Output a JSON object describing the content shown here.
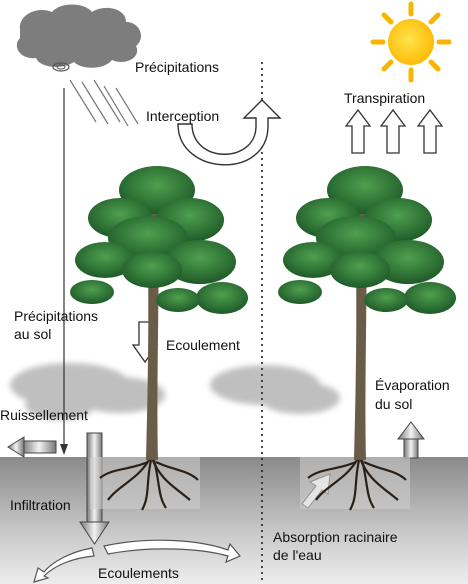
{
  "labels": {
    "precipitations": "Précipitations",
    "interception": "Interception",
    "transpiration": "Transpiration",
    "precip_sol_1": "Précipitations",
    "precip_sol_2": "au sol",
    "ecoulement": "Ecoulement",
    "evaporation_1": "Évaporation",
    "evaporation_2": "du sol",
    "ruissellement": "Ruissellement",
    "infiltration": "Infiltration",
    "absorption_1": "Absorption racinaire",
    "absorption_2": "de l'eau",
    "ecoulements": "Ecoulements"
  },
  "colors": {
    "cloud": "#7d7d7d",
    "sun": "#ffc20e",
    "sun_rays": "#f7b500",
    "foliage": "#2f7d3a",
    "trunk": "#6b5b49",
    "soil_top": "#8a8a8a",
    "soil_bottom": "#e9e9e9"
  }
}
